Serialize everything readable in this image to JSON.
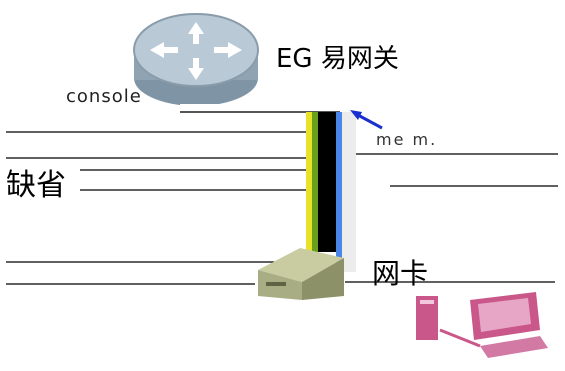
{
  "router": {
    "label": "EG 易网关",
    "icon": "router-icon"
  },
  "console": {
    "label": "console"
  },
  "default": {
    "label": "缺省"
  },
  "nic": {
    "label": "网卡"
  },
  "port": {
    "label": "me m."
  },
  "note": {
    "label": ""
  },
  "colors": {
    "router_body": "#8fa3b3",
    "router_top": "#b9c9d6",
    "cable_black": "#000000",
    "cable_green": "#6aa01a",
    "cable_blue": "#4a86e8",
    "arrow": "#1a2fd0",
    "pc_tower": "#a8ad84",
    "computer": "#c9578a"
  }
}
